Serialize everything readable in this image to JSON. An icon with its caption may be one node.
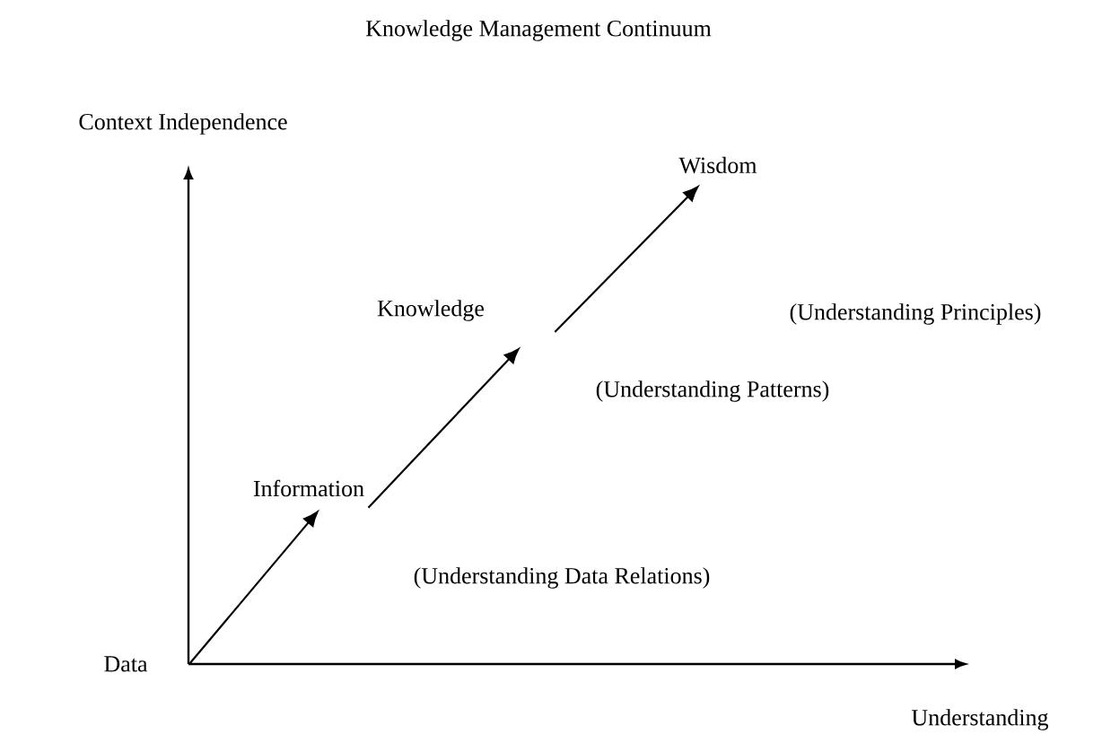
{
  "diagram": {
    "title": "Knowledge Management Continuum",
    "nodes": [
      {
        "text": [
          "Data"
        ]
      },
      {
        "text": [
          "Information"
        ]
      },
      {
        "text": [
          "Knowledge"
        ]
      },
      {
        "text": [
          "Wisdom"
        ]
      }
    ],
    "edges": [
      {
        "from": 0,
        "to": 1,
        "arrow": "to"
      },
      {
        "from": 1,
        "to": 2,
        "arrow": "to"
      },
      {
        "from": 2,
        "to": 3,
        "arrow": "to"
      }
    ],
    "labels": [
      "Context Independence",
      "(Understanding Principles)",
      "(Understanding Patterns)",
      "(Understanding Data Relations)",
      "Understanding"
    ]
  }
}
